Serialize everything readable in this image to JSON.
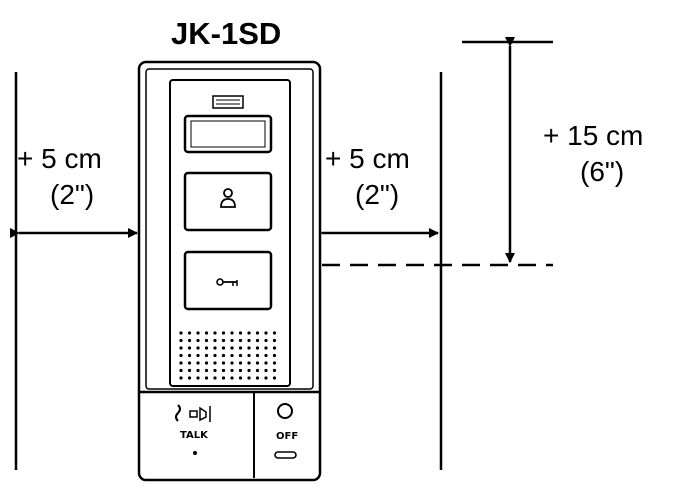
{
  "title": "JK-1SD",
  "clearances": {
    "left": {
      "value": "+ 5 cm",
      "imperial": "(2\")"
    },
    "right": {
      "value": "+ 5 cm",
      "imperial": "(2\")"
    },
    "top": {
      "value": "+ 15 cm",
      "imperial": "(6\")"
    }
  },
  "panel": {
    "talk_label": "TALK",
    "off_label": "OFF"
  },
  "colors": {
    "line": "#000000",
    "panel_outline": "#000000",
    "panel_fill": "#ffffff"
  }
}
